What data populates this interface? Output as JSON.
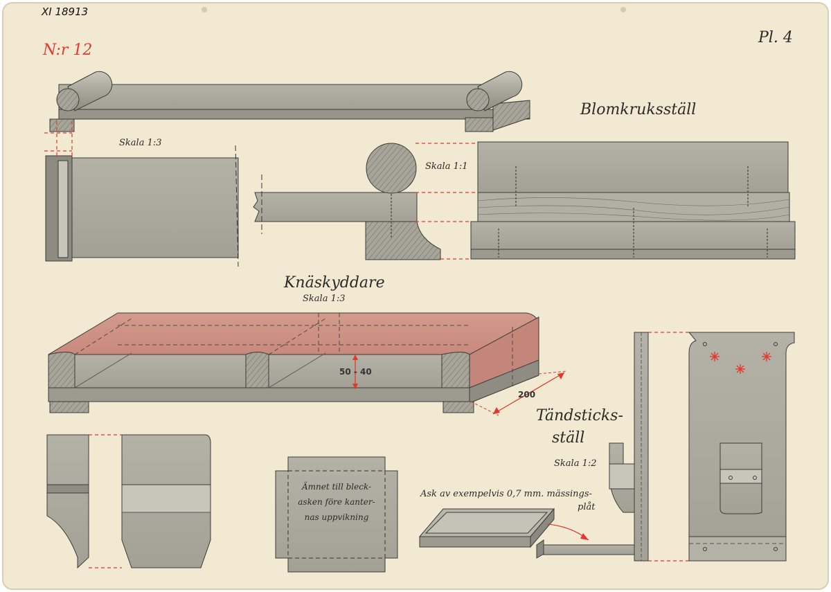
{
  "sheet": {
    "catalog_number": "XI 18913",
    "plate_number": "N:r 12",
    "plate_label": "Pl. 4"
  },
  "titles": {
    "blomkruksstall": "Blomkruksställ",
    "knaskyddare": "Knäskyddare",
    "tandsticksstall_line1": "Tändsticks-",
    "tandsticksstall_line2": "ställ"
  },
  "scales": {
    "scale_1_3_top": "Skala 1:3",
    "scale_1_1": "Skala 1:1",
    "scale_1_3_knee": "Skala 1:3",
    "scale_1_2": "Skala 1:2"
  },
  "dimensions": {
    "height_range": "50 - 40",
    "depth": "200"
  },
  "notes": {
    "blank_line1": "Ämnet till bleck-",
    "blank_line2": "asken före kanter-",
    "blank_line3": "nas uppvikning",
    "box_note_line1": "Ask av exempelvis 0,7 mm. mässings-",
    "box_note_line2": "plåt"
  },
  "colors": {
    "paper": "#f1e9d2",
    "gray_fill": "#a9a79b",
    "gray_dark": "#85837a",
    "red_surface": "#c9857a",
    "red_line": "#e0392e",
    "ink": "#2a2a2a"
  }
}
